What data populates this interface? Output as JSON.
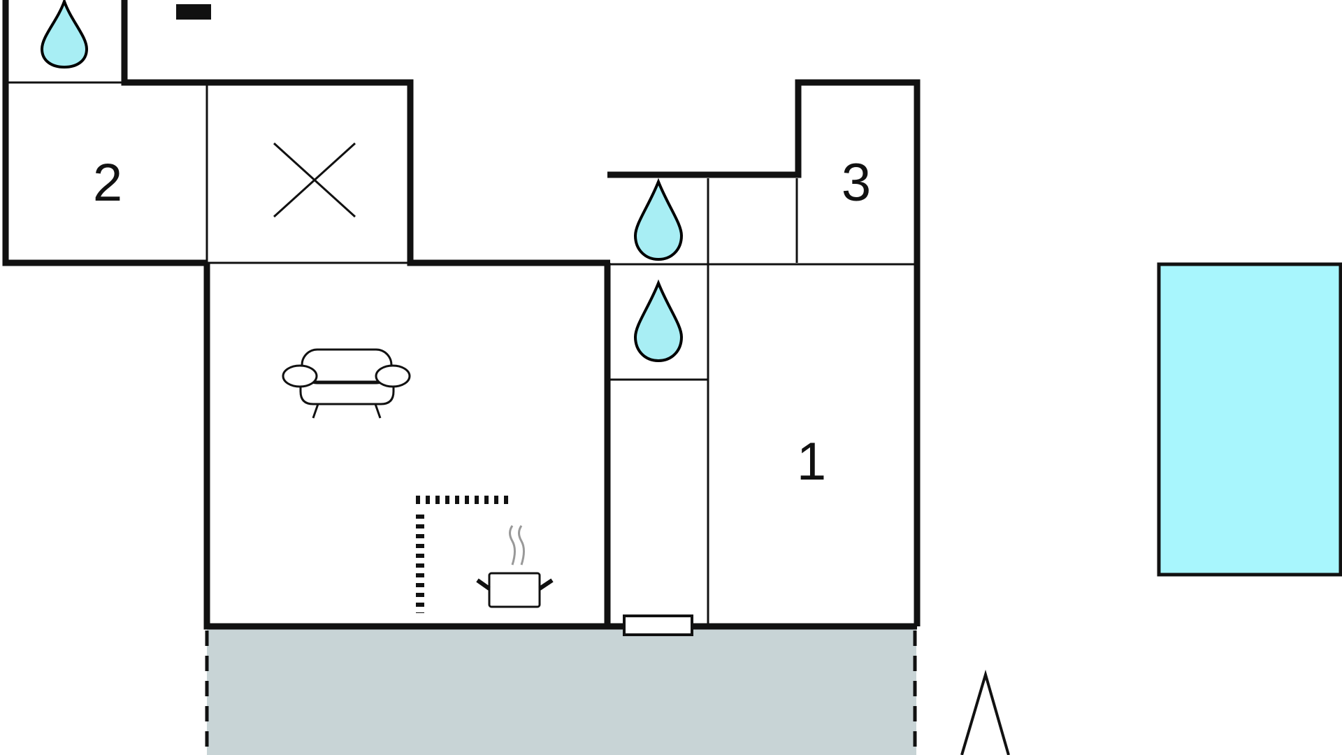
{
  "floorplan": {
    "rooms": [
      {
        "id": "room-2",
        "label": "2"
      },
      {
        "id": "room-3",
        "label": "3"
      },
      {
        "id": "room-1",
        "label": "1"
      }
    ],
    "icons": [
      "water-drop-icon",
      "x-mark-icon",
      "sofa-icon",
      "cooking-pot-icon",
      "kitchen-counter-icon",
      "door-icon",
      "tree-icon"
    ],
    "colors": {
      "wall": "#111111",
      "water": "#a8eef4",
      "terrace": "#c8d4d6",
      "pool": "#a8f6fd",
      "steam": "#999999"
    }
  }
}
